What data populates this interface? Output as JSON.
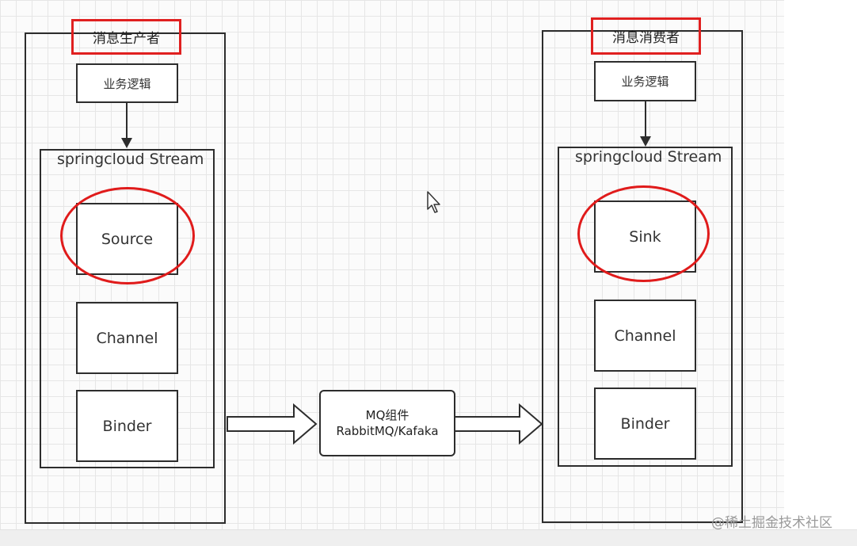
{
  "producer": {
    "title": "消息生产者",
    "logic_label": "业务逻辑",
    "stream_label": "springcloud Stream",
    "components": [
      "Source",
      "Channel",
      "Binder"
    ]
  },
  "middleware": {
    "line1": "MQ组件",
    "line2": "RabbitMQ/Kafaka"
  },
  "consumer": {
    "title": "消息消费者",
    "logic_label": "业务逻辑",
    "stream_label": "springcloud Stream",
    "components": [
      "Sink",
      "Channel",
      "Binder"
    ]
  },
  "watermark": "@稀土掘金技术社区",
  "colors": {
    "highlight": "#e01b1b",
    "stroke": "#2d2d2d",
    "grid": "#e6e6e6"
  }
}
